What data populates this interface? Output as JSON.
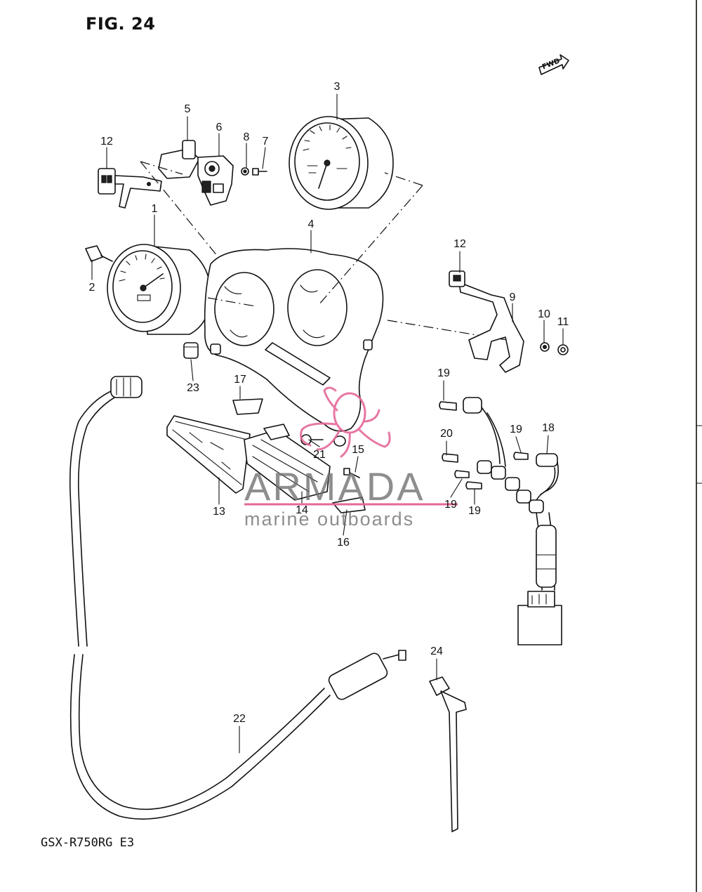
{
  "figure": {
    "title": "FIG. 24",
    "model": "GSX-R750RG  E3",
    "direction_marker": "FWD",
    "direction_icon": "fwd-arrow-icon"
  },
  "watermark": {
    "brand": "ARMADA",
    "subtitle": "marine outboards",
    "logo": "armada-octopus-logo",
    "logo_color": "#e4699a"
  },
  "callouts": [
    {
      "label": "1"
    },
    {
      "label": "2"
    },
    {
      "label": "3"
    },
    {
      "label": "4"
    },
    {
      "label": "5"
    },
    {
      "label": "6"
    },
    {
      "label": "7"
    },
    {
      "label": "8"
    },
    {
      "label": "9"
    },
    {
      "label": "10"
    },
    {
      "label": "11"
    },
    {
      "label": "12"
    },
    {
      "label": "12"
    },
    {
      "label": "13"
    },
    {
      "label": "14"
    },
    {
      "label": "15"
    },
    {
      "label": "16"
    },
    {
      "label": "17"
    },
    {
      "label": "18"
    },
    {
      "label": "19"
    },
    {
      "label": "19"
    },
    {
      "label": "19"
    },
    {
      "label": "19"
    },
    {
      "label": "20"
    },
    {
      "label": "21"
    },
    {
      "label": "22"
    },
    {
      "label": "23"
    },
    {
      "label": "24"
    }
  ]
}
